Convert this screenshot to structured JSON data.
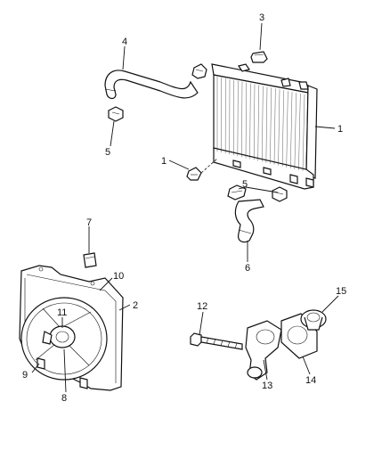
{
  "callouts": {
    "c1a": "1",
    "c1b": "1",
    "c2": "2",
    "c3": "3",
    "c4": "4",
    "c5a": "5",
    "c5b": "5",
    "c6": "6",
    "c7": "7",
    "c8": "8",
    "c9": "9",
    "c10": "10",
    "c11": "11",
    "c12": "12",
    "c13": "13",
    "c14": "14",
    "c15": "15"
  }
}
